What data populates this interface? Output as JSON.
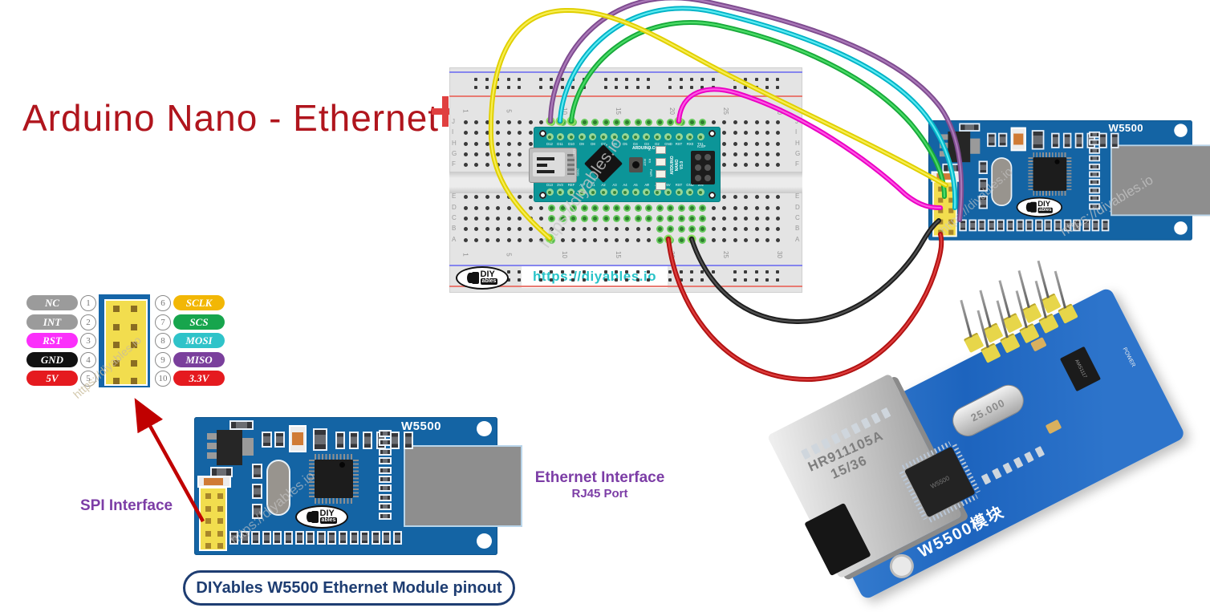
{
  "title": "Arduino Nano - Ethernet",
  "watermark": "https://diyables.io",
  "spi_label": "SPI Interface",
  "ethernet": {
    "line1": "Ethernet Interface",
    "line2": "RJ45 Port"
  },
  "module": {
    "name": "W5500",
    "caption": "DIYables W5500 Ethernet Module pinout",
    "logo_top": "DIY",
    "logo_bottom": "ables"
  },
  "breadboard": {
    "url": "https://diyables.io",
    "logo_top": "DIY",
    "logo_bottom": "ables",
    "col_numbers": [
      "1",
      "5",
      "10",
      "15",
      "20",
      "25",
      "30"
    ],
    "row_letters_top": [
      "J",
      "I",
      "H",
      "G",
      "F"
    ],
    "row_letters_bottom": [
      "E",
      "D",
      "C",
      "B",
      "A"
    ]
  },
  "nano": {
    "brand": "ARDUINO.CC",
    "model": [
      "ARDUINO",
      "NANO",
      "V3.0"
    ],
    "icsp": "ICSP",
    "usb": "USB",
    "year": "2009",
    "reset": "RST",
    "leds": [
      "TX",
      "RX",
      "PWR",
      "L"
    ],
    "top_pins": [
      "D12",
      "D11",
      "D10",
      "D9",
      "D8",
      "D7",
      "D6",
      "D5",
      "D4",
      "D3",
      "D2",
      "GND",
      "RST",
      "RX0",
      "TX1"
    ],
    "bottom_pins": [
      "D13",
      "3V3",
      "REF",
      "A0",
      "A1",
      "A2",
      "A3",
      "A4",
      "A5",
      "A6",
      "A7",
      "5V",
      "RST",
      "GND",
      "VIN"
    ]
  },
  "pinout": {
    "left": [
      {
        "num": "1",
        "label": "NC",
        "color": "#9b9b9b"
      },
      {
        "num": "2",
        "label": "INT",
        "color": "#9b9b9b"
      },
      {
        "num": "3",
        "label": "RST",
        "color": "#fb2ffb"
      },
      {
        "num": "4",
        "label": "GND",
        "color": "#111111"
      },
      {
        "num": "5",
        "label": "5V",
        "color": "#e51a1f"
      }
    ],
    "right": [
      {
        "num": "6",
        "label": "SCLK",
        "color": "#f2b705"
      },
      {
        "num": "7",
        "label": "SCS",
        "color": "#17a54d"
      },
      {
        "num": "8",
        "label": "MOSI",
        "color": "#2fc3c9"
      },
      {
        "num": "9",
        "label": "MISO",
        "color": "#7a3f9c"
      },
      {
        "num": "10",
        "label": "3.3V",
        "color": "#e51a1f"
      }
    ]
  },
  "wires": [
    {
      "id": "miso",
      "signal": "MISO",
      "color": "#7e4b8f",
      "hi": "#aa79b8"
    },
    {
      "id": "mosi",
      "signal": "MOSI",
      "color": "#00b3c7",
      "hi": "#5ceaf0"
    },
    {
      "id": "scs",
      "signal": "SCS",
      "color": "#17a93a",
      "hi": "#4adb66"
    },
    {
      "id": "sclk",
      "signal": "SCLK",
      "color": "#e0cf00",
      "hi": "#f7ee52"
    },
    {
      "id": "rst",
      "signal": "RST",
      "color": "#ea00c4",
      "hi": "#ff55e4"
    },
    {
      "id": "v5",
      "signal": "5V",
      "color": "#b11212",
      "hi": "#dd3c3c"
    },
    {
      "id": "gnd",
      "signal": "GND",
      "color": "#1d1d1d",
      "hi": "#505050"
    }
  ],
  "photo": {
    "rj45_line1": "HR911105A",
    "rj45_line2": "15/36",
    "crystal": "25.000",
    "chip": "W5500",
    "regulator": "AMS1117",
    "board_label": "W5500模块",
    "power": "POWER"
  }
}
